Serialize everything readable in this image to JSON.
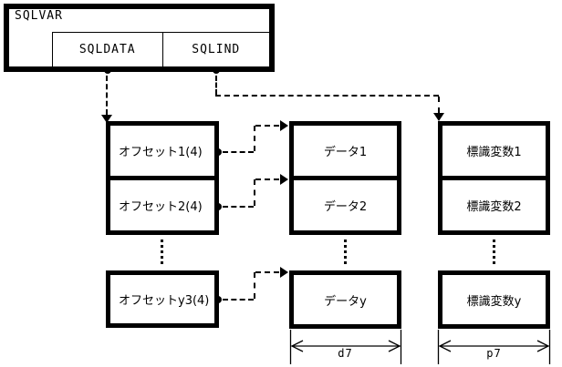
{
  "colors": {
    "foreground": "#000000",
    "background": "#ffffff"
  },
  "sqlvar": {
    "title": "SQLVAR",
    "cells": {
      "sqldata": "SQLDATA",
      "sqlind": "SQLIND"
    }
  },
  "offsets": {
    "row1": "オフセット1(4)",
    "row2": "オフセット2(4)",
    "rowy": "オフセットy3(4)"
  },
  "data_area": {
    "row1": "データ1",
    "row2": "データ2",
    "rowy": "データy",
    "width_label": "d7"
  },
  "indicator_area": {
    "row1": "標識変数1",
    "row2": "標識変数2",
    "rowy": "標識変数y",
    "width_label": "p7"
  }
}
